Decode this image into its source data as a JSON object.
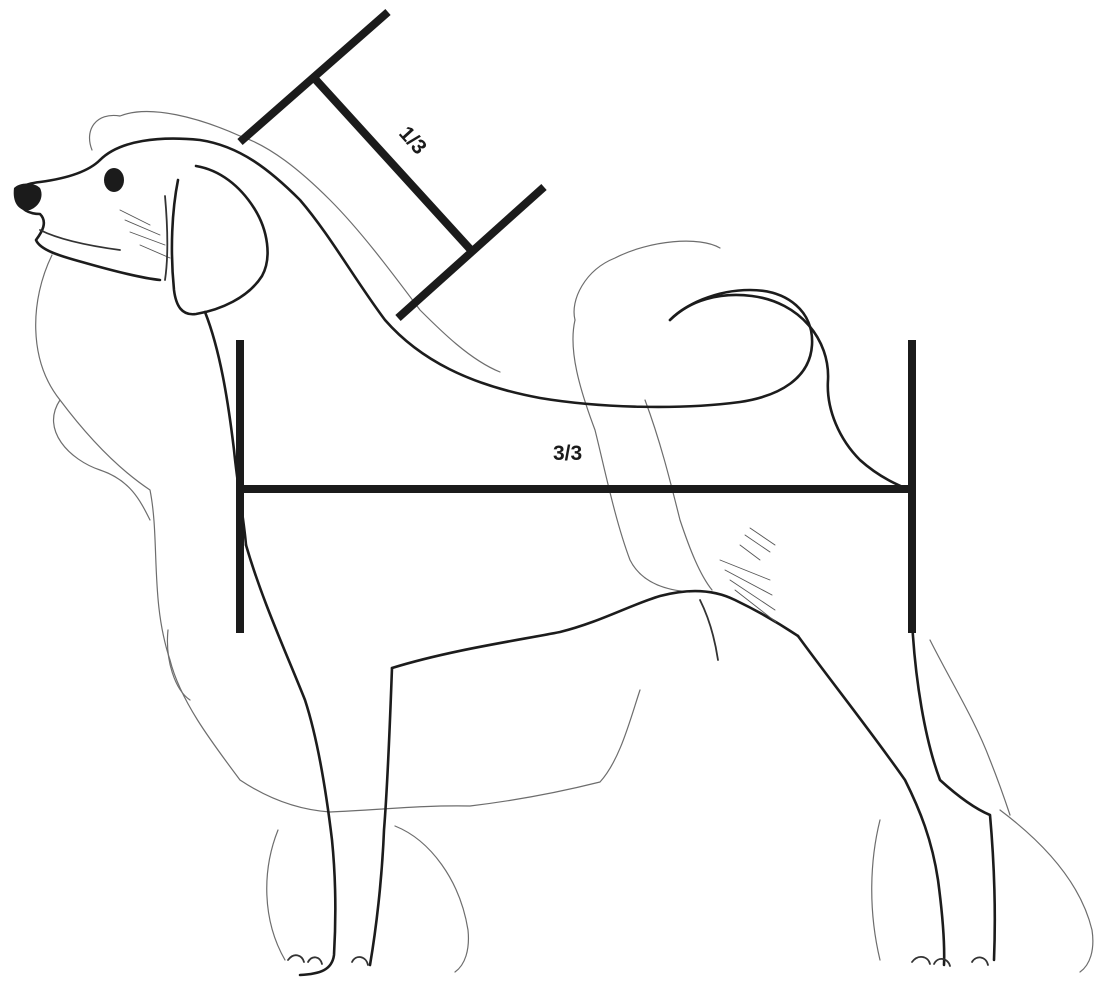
{
  "diagram": {
    "subject": "dog-side-profile-sketch",
    "measurements": {
      "neck_label": "1/3",
      "body_label": "3/3"
    },
    "colors": {
      "line": "#1b1b1b",
      "sketch": "#6d6d6d",
      "background": "#ffffff"
    }
  }
}
